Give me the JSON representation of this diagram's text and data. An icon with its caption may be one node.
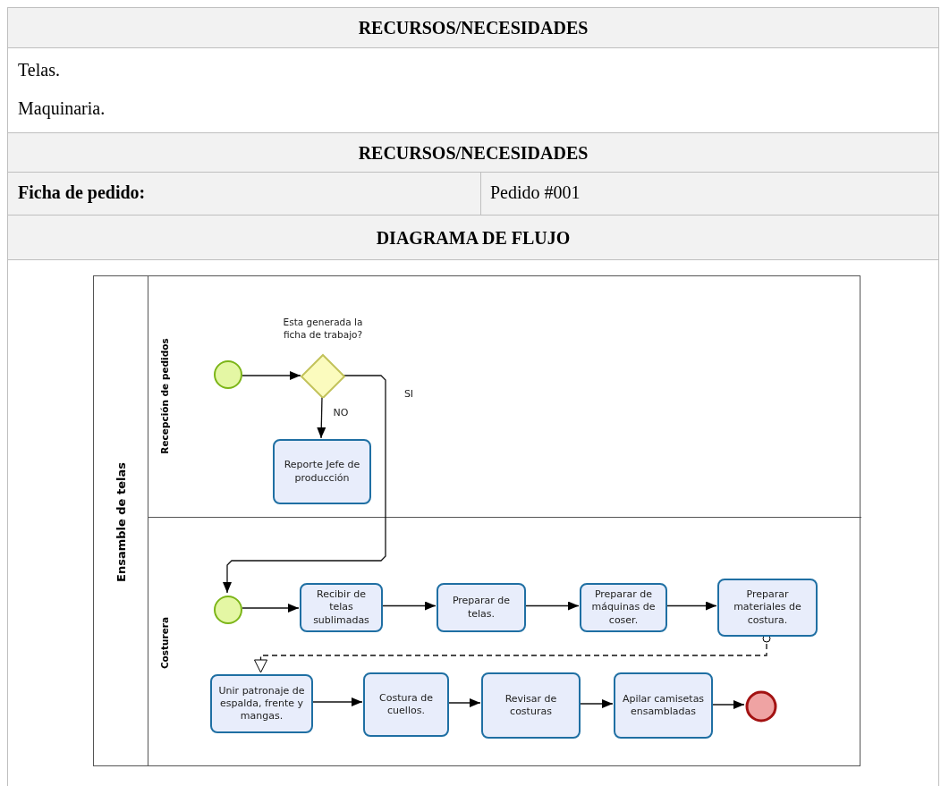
{
  "diagram": {
    "nodes": [
      {
        "text": [
          "Ensamble de telas"
        ]
      },
      {
        "text": [
          "Recepción de pedidos"
        ],
        "in": 0
      },
      {
        "text": [
          "Costurera"
        ],
        "in": 0
      },
      {
        "text": [],
        "shape": "circle",
        "in": 1
      },
      {
        "text": [
          "Esta generada la ficha de trabajo?"
        ],
        "in": 1
      },
      {
        "text": [
          "Reporte Jefe de producción"
        ],
        "in": 1
      },
      {
        "text": [],
        "shape": "circle",
        "in": 2
      },
      {
        "text": [
          "Recibir de telas sublimadas"
        ],
        "in": 2
      },
      {
        "text": [
          "Preparar de telas."
        ],
        "in": 2
      },
      {
        "text": [
          "Preparar de máquinas de coser."
        ],
        "in": 2
      },
      {
        "text": [
          "Preparar materiales de costura."
        ],
        "in": 2
      },
      {
        "text": [
          "Unir patronaje de espalda, frente y mangas."
        ],
        "in": 2
      },
      {
        "text": [
          "Costura de cuellos."
        ],
        "in": 2
      },
      {
        "text": [
          "Revisar de costuras"
        ],
        "in": 2
      },
      {
        "text": [
          "Apilar camisetas ensambladas"
        ],
        "in": 2
      },
      {
        "text": [],
        "shape": "circle",
        "in": 2
      }
    ],
    "edges": [
      {
        "from": 3,
        "to": 4,
        "arrow": "to"
      },
      {
        "from": 4,
        "to": 5,
        "arrow": "to",
        "label": "NO"
      },
      {
        "from": 4,
        "to": 6,
        "arrow": "to",
        "label": "SI"
      },
      {
        "from": 6,
        "to": 7,
        "arrow": "to"
      },
      {
        "from": 7,
        "to": 8,
        "arrow": "to"
      },
      {
        "from": 8,
        "to": 9,
        "arrow": "to"
      },
      {
        "from": 9,
        "to": 10,
        "arrow": "to"
      },
      {
        "from": 10,
        "to": 11,
        "arrow": "to",
        "style": "dashed"
      },
      {
        "from": 11,
        "to": 12,
        "arrow": "to"
      },
      {
        "from": 12,
        "to": 13,
        "arrow": "to"
      },
      {
        "from": 13,
        "to": 14,
        "arrow": "to"
      },
      {
        "from": 14,
        "to": 15,
        "arrow": "to"
      }
    ],
    "labels": [
      "RECURSOS/NECESIDADES",
      "Telas.",
      "Maquinaria.",
      "RECURSOS/NECESIDADES",
      "Ficha de pedido:",
      "Pedido #001",
      "DIAGRAMA DE FLUJO"
    ]
  }
}
